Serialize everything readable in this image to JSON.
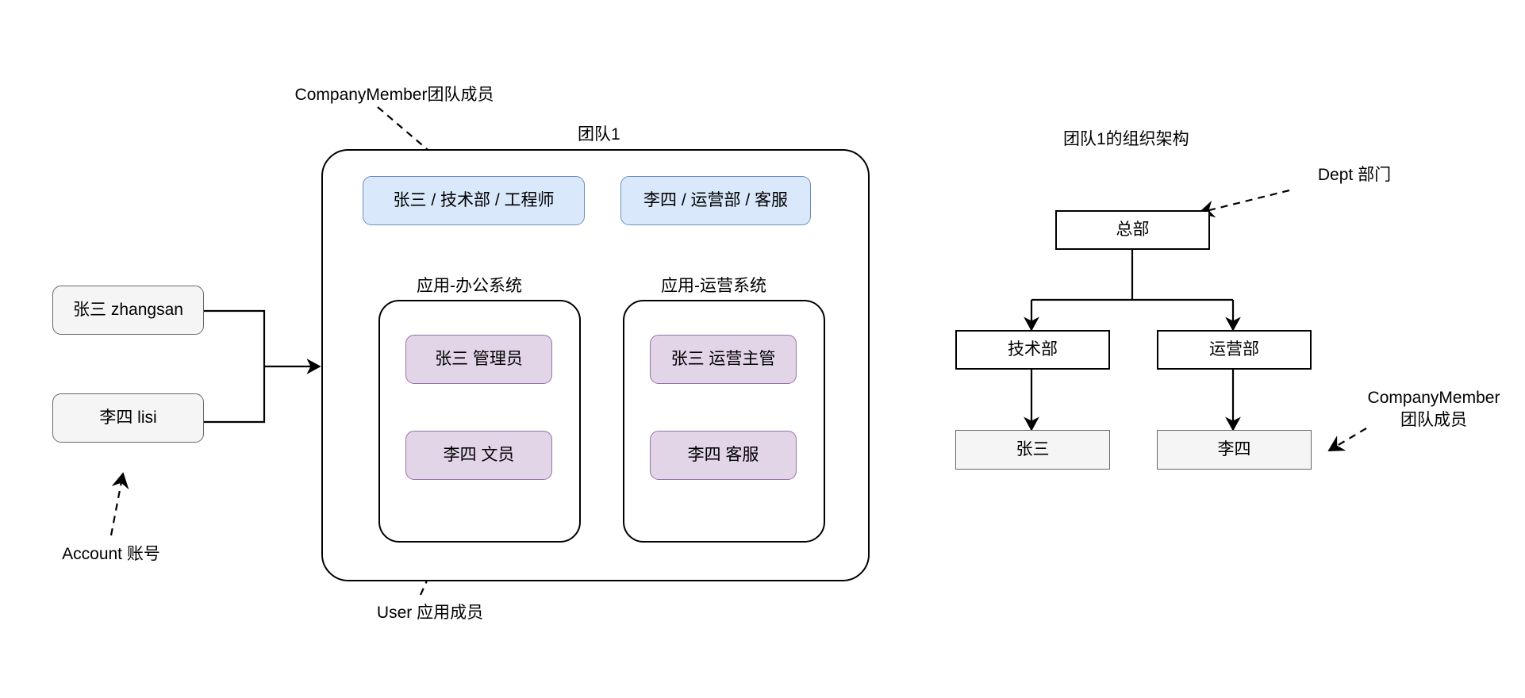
{
  "diagram": {
    "title_left": "团队1",
    "title_right": "团队1的组织架构"
  },
  "annotations": {
    "company_member_left": "CompanyMember团队成员",
    "account": "Account 账号",
    "user": "User 应用成员",
    "dept": "Dept 部门",
    "company_member_right_line1": "CompanyMember",
    "company_member_right_line2": "团队成员"
  },
  "accounts": [
    {
      "label": "张三 zhangsan"
    },
    {
      "label": "李四 lisi"
    }
  ],
  "team": {
    "label": "团队1",
    "members": [
      {
        "label": "张三  / 技术部 / 工程师"
      },
      {
        "label": "李四 / 运营部 / 客服"
      }
    ],
    "apps": [
      {
        "label": "应用-办公系统",
        "users": [
          {
            "label": "张三 管理员"
          },
          {
            "label": "李四 文员"
          }
        ]
      },
      {
        "label": "应用-运营系统",
        "users": [
          {
            "label": "张三 运营主管"
          },
          {
            "label": "李四 客服"
          }
        ]
      }
    ]
  },
  "org_chart": {
    "title": "团队1的组织架构",
    "root": {
      "label": "总部"
    },
    "departments": [
      {
        "label": "技术部",
        "member": {
          "label": "张三"
        }
      },
      {
        "label": "运营部",
        "member": {
          "label": "李四"
        }
      }
    ]
  },
  "colors": {
    "chip_blue_fill": "#dae8fc",
    "chip_blue_border": "#6c8ebf",
    "chip_purple_fill": "#e1d5e7",
    "chip_purple_border": "#9673a6",
    "grey_fill": "#f5f5f5",
    "grey_border": "#666666",
    "stroke": "#000000"
  }
}
